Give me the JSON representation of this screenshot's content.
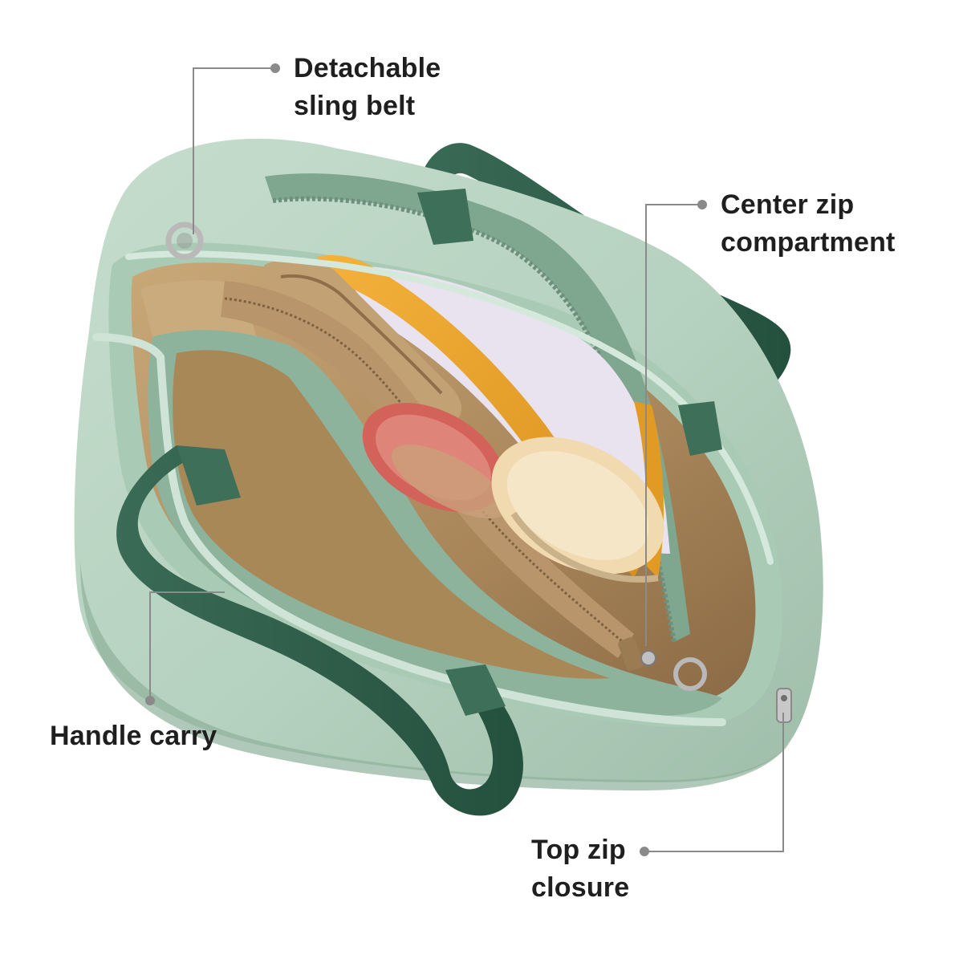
{
  "callouts": {
    "sling_belt": {
      "line1": "Detachable",
      "line2": "sling belt"
    },
    "center_zip": {
      "line1": "Center zip",
      "line2": "compartment"
    },
    "handle_carry": {
      "line1": "Handle carry"
    },
    "top_zip": {
      "line1": "Top zip",
      "line2": "closure"
    }
  },
  "colors": {
    "background": "#ffffff",
    "bag_body": "#b7d3c1",
    "bag_body_shadow": "#9fbfab",
    "bag_trim": "#a9cbb6",
    "handle": "#2f5e4a",
    "lining": "#b4946a",
    "lining_dark": "#8e6f4a",
    "callout_line": "#8a8a8a",
    "label_text": "#1f1f1f"
  }
}
